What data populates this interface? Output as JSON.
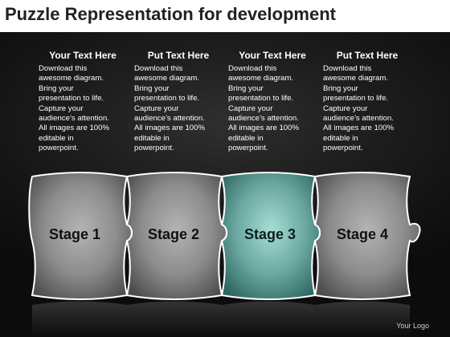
{
  "title": "Puzzle Representation for development",
  "columns": [
    {
      "heading": "Your Text Here",
      "lines": [
        "Download this",
        "awesome diagram.",
        "Bring your",
        "presentation to life.",
        "Capture your",
        "audience’s attention.",
        "All images are 100%",
        "editable in",
        "powerpoint."
      ]
    },
    {
      "heading": "Put Text Here",
      "lines": [
        "Download this",
        "awesome diagram.",
        "Bring your",
        "presentation to life.",
        "Capture your",
        "audience’s attention.",
        "All images are 100%",
        "editable in",
        "powerpoint."
      ]
    },
    {
      "heading": "Your Text Here",
      "lines": [
        "Download this",
        "awesome diagram.",
        "Bring your",
        "presentation to life.",
        "Capture your",
        "audience’s attention.",
        "All images are 100%",
        "editable in",
        "powerpoint."
      ]
    },
    {
      "heading": "Put Text Here",
      "lines": [
        "Download this",
        "awesome diagram.",
        "Bring your",
        "presentation to life.",
        "Capture your",
        "audience’s attention.",
        "All images are 100%",
        "editable in",
        "powerpoint."
      ]
    }
  ],
  "stages": [
    {
      "label": "Stage 1",
      "highlight": false
    },
    {
      "label": "Stage 2",
      "highlight": false
    },
    {
      "label": "Stage 3",
      "highlight": true
    },
    {
      "label": "Stage 4",
      "highlight": false
    }
  ],
  "colors": {
    "piece_gray": "#8a8a8a",
    "piece_teal": "#8fc9c1",
    "outline": "#ffffff"
  },
  "footer": "Your Logo"
}
